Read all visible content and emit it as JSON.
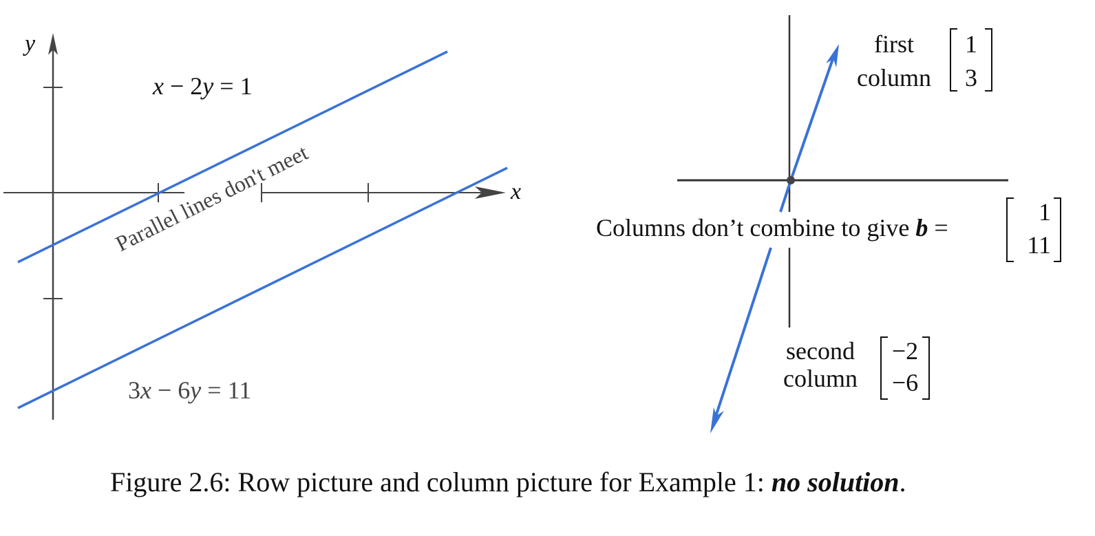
{
  "row_picture": {
    "axis_x": "x",
    "axis_y": "y",
    "eq1": {
      "lhs_x": "x",
      "minus": " − 2",
      "var_y": "y",
      "rhs": " = 1"
    },
    "eq2": {
      "coef": "3",
      "var_x": "x",
      "minus": " − 6",
      "var_y": "y",
      "rhs": " = 11"
    },
    "annotation": "Parallel lines don't meet"
  },
  "column_picture": {
    "first": {
      "label_1": "first",
      "label_2": "column",
      "top": "1",
      "bottom": "3"
    },
    "second": {
      "label_1": "second",
      "label_2": "column",
      "top": "−2",
      "bottom": "−6"
    },
    "b_text": "Columns don’t combine to give ",
    "b_var": "b",
    "b_eq": " =",
    "b_top": "1",
    "b_bottom": "11"
  },
  "caption": {
    "prefix": "Figure 2.6: Row picture and column picture for Example 1: ",
    "emph": "no solution",
    "suffix": "."
  },
  "colors": {
    "line": "#3a72d6",
    "axis": "#333333",
    "text": "#111111"
  }
}
